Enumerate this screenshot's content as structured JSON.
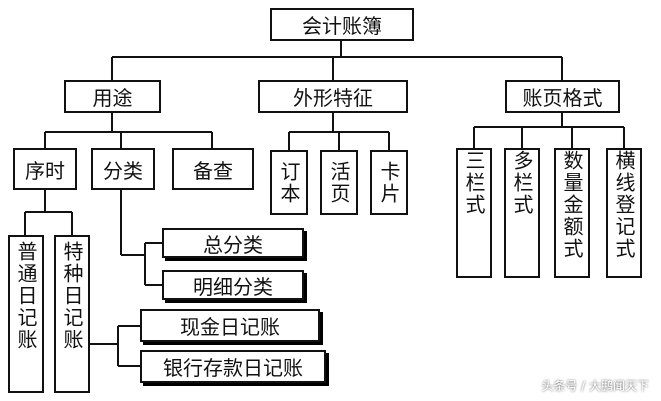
{
  "title": "会计账簿",
  "categories": {
    "usage": "用途",
    "appearance": "外形特征",
    "page_format": "账页格式"
  },
  "usage_types": {
    "sequential": "序时",
    "classified": "分类",
    "reference": "备查"
  },
  "sequential_types": {
    "general_journal": "普通日记账",
    "special_journal": "特种日记账"
  },
  "classified_types": {
    "general_ledger": "总分类",
    "subsidiary_ledger": "明细分类"
  },
  "special_journal_types": {
    "cash": "现金日记账",
    "bank": "银行存款日记账"
  },
  "appearance_types": {
    "bound": "订本",
    "loose_leaf": "活页",
    "card": "卡片"
  },
  "format_types": {
    "three_column": "三栏式",
    "multi_column": "多栏式",
    "quantity_amount": "数量金额式",
    "horizontal": "横线登记式"
  },
  "watermark": "头条号 / 大鹏闻天下"
}
